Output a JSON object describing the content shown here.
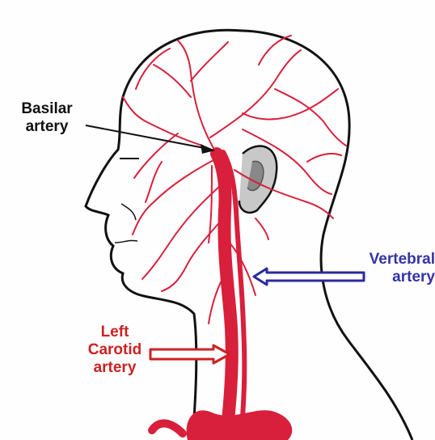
{
  "labels": {
    "basilar": {
      "line1": "Basilar",
      "line2": "artery",
      "color": "#111111"
    },
    "vertebral": {
      "line1": "Vertebral",
      "line2": "artery",
      "color": "#3333aa"
    },
    "carotid": {
      "line1": "Left",
      "line2": "Carotid",
      "line3": "artery",
      "color": "#cc2222"
    }
  },
  "colors": {
    "artery": "#d8203c",
    "outline": "#111111",
    "background": "#fefefe",
    "ear_shade": "#9a9a9a"
  }
}
